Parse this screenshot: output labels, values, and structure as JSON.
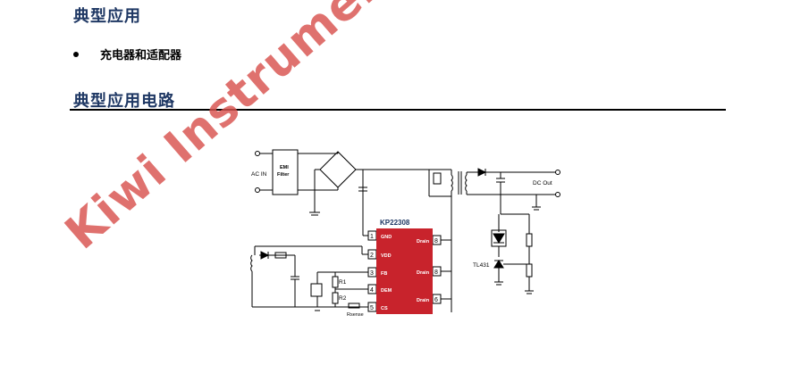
{
  "sections": {
    "application_title": "典型应用",
    "bullet_item": "充电器和适配器",
    "circuit_title": "典型应用电路"
  },
  "circuit": {
    "ac_in": "AC IN",
    "emi_line1": "EMI",
    "emi_line2": "Filter",
    "chip_name": "KP22308",
    "pins": [
      {
        "num": "1",
        "name": "GND"
      },
      {
        "num": "2",
        "name": "VDD"
      },
      {
        "num": "3",
        "name": "FB"
      },
      {
        "num": "4",
        "name": "DEM"
      },
      {
        "num": "5",
        "name": "CS"
      }
    ],
    "drain_pins": [
      {
        "num": "8",
        "name": "Drain"
      },
      {
        "num": "8",
        "name": "Drain"
      },
      {
        "num": "6",
        "name": "Drain"
      }
    ],
    "r1": "R1",
    "r2": "R2",
    "rsense": "Rsense",
    "dc_out": "DC Out",
    "tl431": "TL431"
  },
  "watermark": "Kiwi Instruments",
  "colors": {
    "heading": "#1f3864",
    "chip": "#c8232c",
    "watermark": "#d9534f"
  }
}
